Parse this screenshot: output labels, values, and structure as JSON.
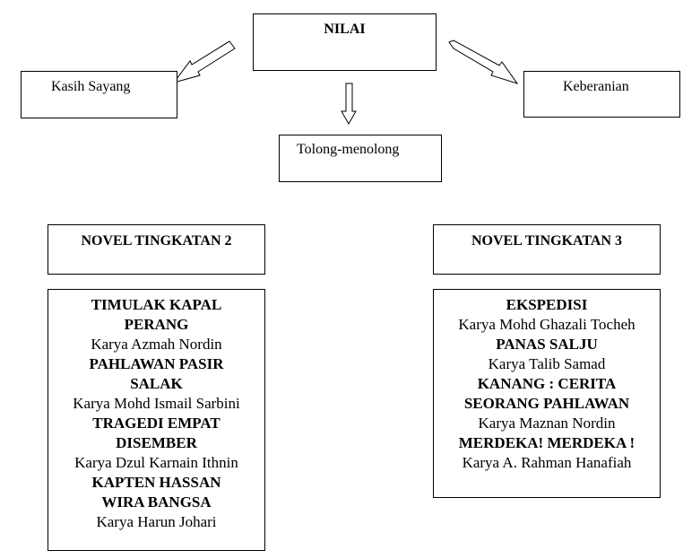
{
  "root": {
    "label": "NILAI"
  },
  "values": [
    {
      "label": "Kasih Sayang"
    },
    {
      "label": "Tolong-menolong"
    },
    {
      "label": "Keberanian"
    }
  ],
  "novels": [
    {
      "header": "NOVEL TINGKATAN 2",
      "lines": [
        {
          "text": "TIMULAK KAPAL",
          "bold": true
        },
        {
          "text": "PERANG",
          "bold": true
        },
        {
          "text": "Karya Azmah Nordin",
          "bold": false
        },
        {
          "text": "PAHLAWAN PASIR",
          "bold": true
        },
        {
          "text": "SALAK",
          "bold": true
        },
        {
          "text": "Karya Mohd Ismail Sarbini",
          "bold": false
        },
        {
          "text": "TRAGEDI EMPAT",
          "bold": true
        },
        {
          "text": "DISEMBER",
          "bold": true
        },
        {
          "text": "Karya Dzul Karnain Ithnin",
          "bold": false
        },
        {
          "text": "KAPTEN HASSAN",
          "bold": true
        },
        {
          "text": "WIRA BANGSA",
          "bold": true
        },
        {
          "text": "Karya Harun Johari",
          "bold": false
        }
      ]
    },
    {
      "header": "NOVEL TINGKATAN 3",
      "lines": [
        {
          "text": "EKSPEDISI",
          "bold": true
        },
        {
          "text": "Karya Mohd Ghazali Tocheh",
          "bold": false
        },
        {
          "text": "PANAS SALJU",
          "bold": true
        },
        {
          "text": "Karya Talib Samad",
          "bold": false
        },
        {
          "text": "KANANG : CERITA",
          "bold": true
        },
        {
          "text": "SEORANG PAHLAWAN",
          "bold": true
        },
        {
          "text": "Karya Maznan Nordin",
          "bold": false
        },
        {
          "text": "MERDEKA! MERDEKA !",
          "bold": true
        },
        {
          "text": "Karya A. Rahman Hanafiah",
          "bold": false
        }
      ]
    }
  ]
}
